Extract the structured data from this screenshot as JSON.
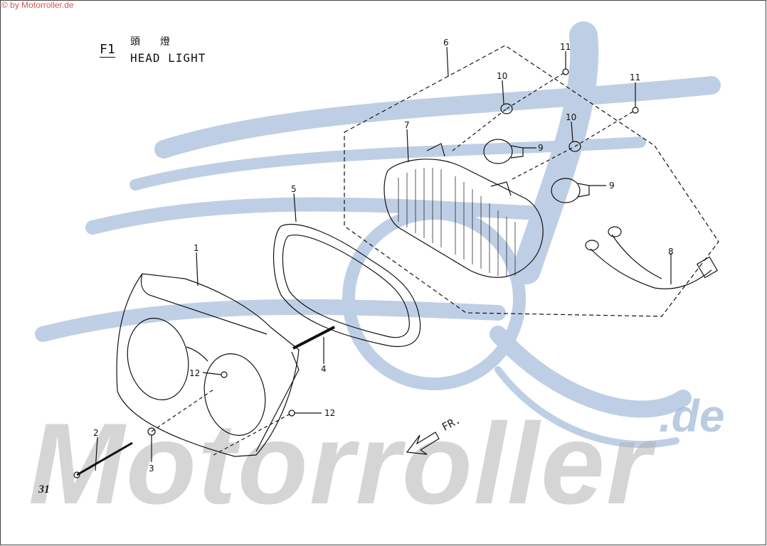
{
  "copyright": "© by Motorroller.de",
  "section": {
    "code": "F1",
    "title_cjk": "頭燈",
    "title_en": "HEAD LIGHT"
  },
  "page_number": "31",
  "direction_label": "FR.",
  "watermark": {
    "word": "Motorroller",
    "tld": ".de",
    "colors": {
      "swoosh": "#a9c0dd",
      "text": "#b3b3b3"
    }
  },
  "parts": [
    {
      "ref": "1"
    },
    {
      "ref": "2"
    },
    {
      "ref": "3"
    },
    {
      "ref": "4"
    },
    {
      "ref": "5"
    },
    {
      "ref": "6"
    },
    {
      "ref": "7"
    },
    {
      "ref": "8"
    },
    {
      "ref": "9"
    },
    {
      "ref": "10"
    },
    {
      "ref": "11"
    },
    {
      "ref": "12"
    }
  ],
  "callouts": {
    "c1": "1",
    "c2": "2",
    "c3": "3",
    "c4": "4",
    "c5": "5",
    "c6": "6",
    "c7": "7",
    "c8": "8",
    "c9a": "9",
    "c9b": "9",
    "c10a": "10",
    "c10b": "10",
    "c11a": "11",
    "c11b": "11",
    "c12a": "12",
    "c12b": "12"
  }
}
